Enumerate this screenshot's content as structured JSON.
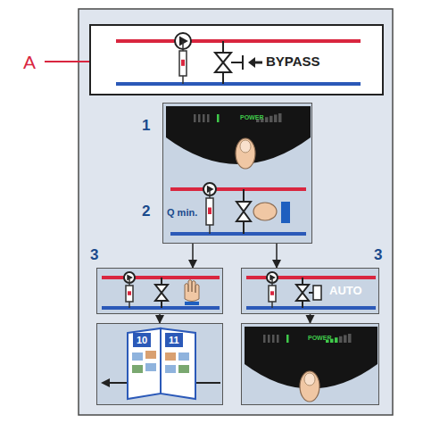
{
  "diagram": {
    "nodes": [
      {
        "text": [
          "BYPASS"
        ]
      },
      {
        "text": [
          "1",
          "POWER",
          "2",
          "Q min."
        ]
      },
      {
        "text": [
          "3"
        ]
      },
      {
        "text": [
          "3",
          "AUTO"
        ]
      },
      {
        "text": [
          "10",
          "11"
        ]
      },
      {
        "text": [
          "POWER"
        ]
      }
    ],
    "edges": [
      {
        "from": 1,
        "to": 2,
        "arrow": "to"
      },
      {
        "from": 1,
        "to": 3,
        "arrow": "to"
      },
      {
        "from": 2,
        "to": 4,
        "arrow": "to"
      },
      {
        "from": 3,
        "to": 5,
        "arrow": "to"
      }
    ],
    "labels": [
      "A"
    ]
  }
}
